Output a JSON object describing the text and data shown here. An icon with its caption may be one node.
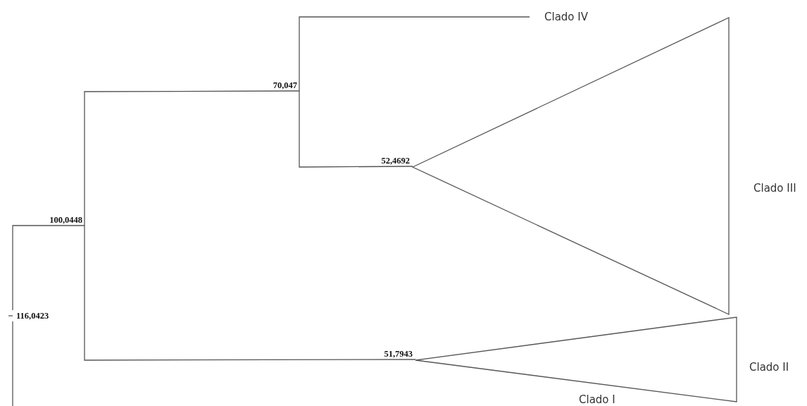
{
  "diagram": {
    "nodes": [
      {
        "text": [
          "116,0423"
        ]
      },
      {
        "text": [
          "100,0448"
        ]
      },
      {
        "text": [
          "70,047"
        ]
      },
      {
        "text": [
          "52,4692"
        ]
      },
      {
        "text": [
          "51,7943"
        ]
      },
      {
        "text": [
          "Clado IV"
        ]
      },
      {
        "text": [],
        "shape": "triangle",
        "beside": [
          "Clado III"
        ]
      },
      {
        "text": [],
        "shape": "triangle",
        "beside": [
          "Clado II",
          "Clado I"
        ]
      }
    ],
    "edges": [
      {
        "from": 0,
        "to": 1,
        "arrow": "none"
      },
      {
        "from": 1,
        "to": 2,
        "arrow": "none"
      },
      {
        "from": 1,
        "to": 4,
        "arrow": "none"
      },
      {
        "from": 2,
        "to": 5,
        "arrow": "none"
      },
      {
        "from": 2,
        "to": 3,
        "arrow": "none"
      }
    ]
  }
}
